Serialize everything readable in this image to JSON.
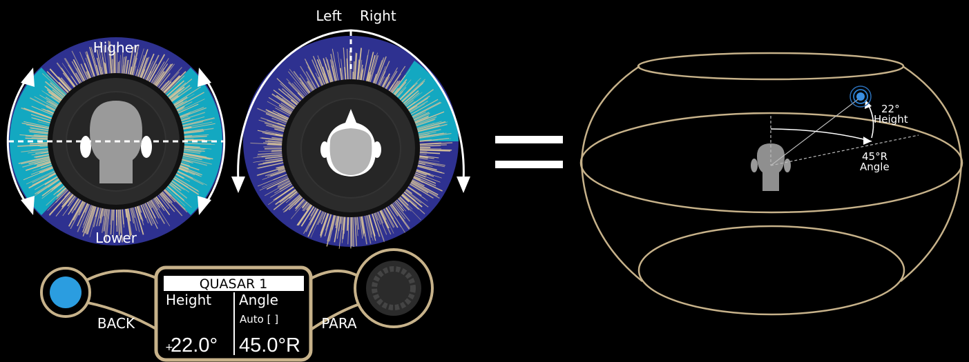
{
  "knob_height": {
    "top_label": "Higher",
    "bottom_label": "Lower"
  },
  "knob_angle": {
    "left_label": "Left",
    "right_label": "Right"
  },
  "controller": {
    "back_label": "BACK",
    "para_label": "PARA",
    "lcd": {
      "title": "QUASAR 1",
      "col1_header": "Height",
      "col2_header": "Angle",
      "auto_label": "Auto [ ]",
      "height_sign": "+",
      "height_value": "22.0°",
      "angle_value": "45.0°R"
    }
  },
  "sphere": {
    "height_value": "22°",
    "height_label": "Height",
    "angle_value": "45°R",
    "angle_label": "Angle"
  },
  "colors": {
    "ring_blue": "#2e3190",
    "ring_cyan": "#11b6c6",
    "fur": "#d8c39a",
    "gold": "#c7b28a",
    "button_blue": "#2b9de0",
    "knob_dark": "#2b2b2b",
    "head_gray": "#9a9a9a"
  }
}
